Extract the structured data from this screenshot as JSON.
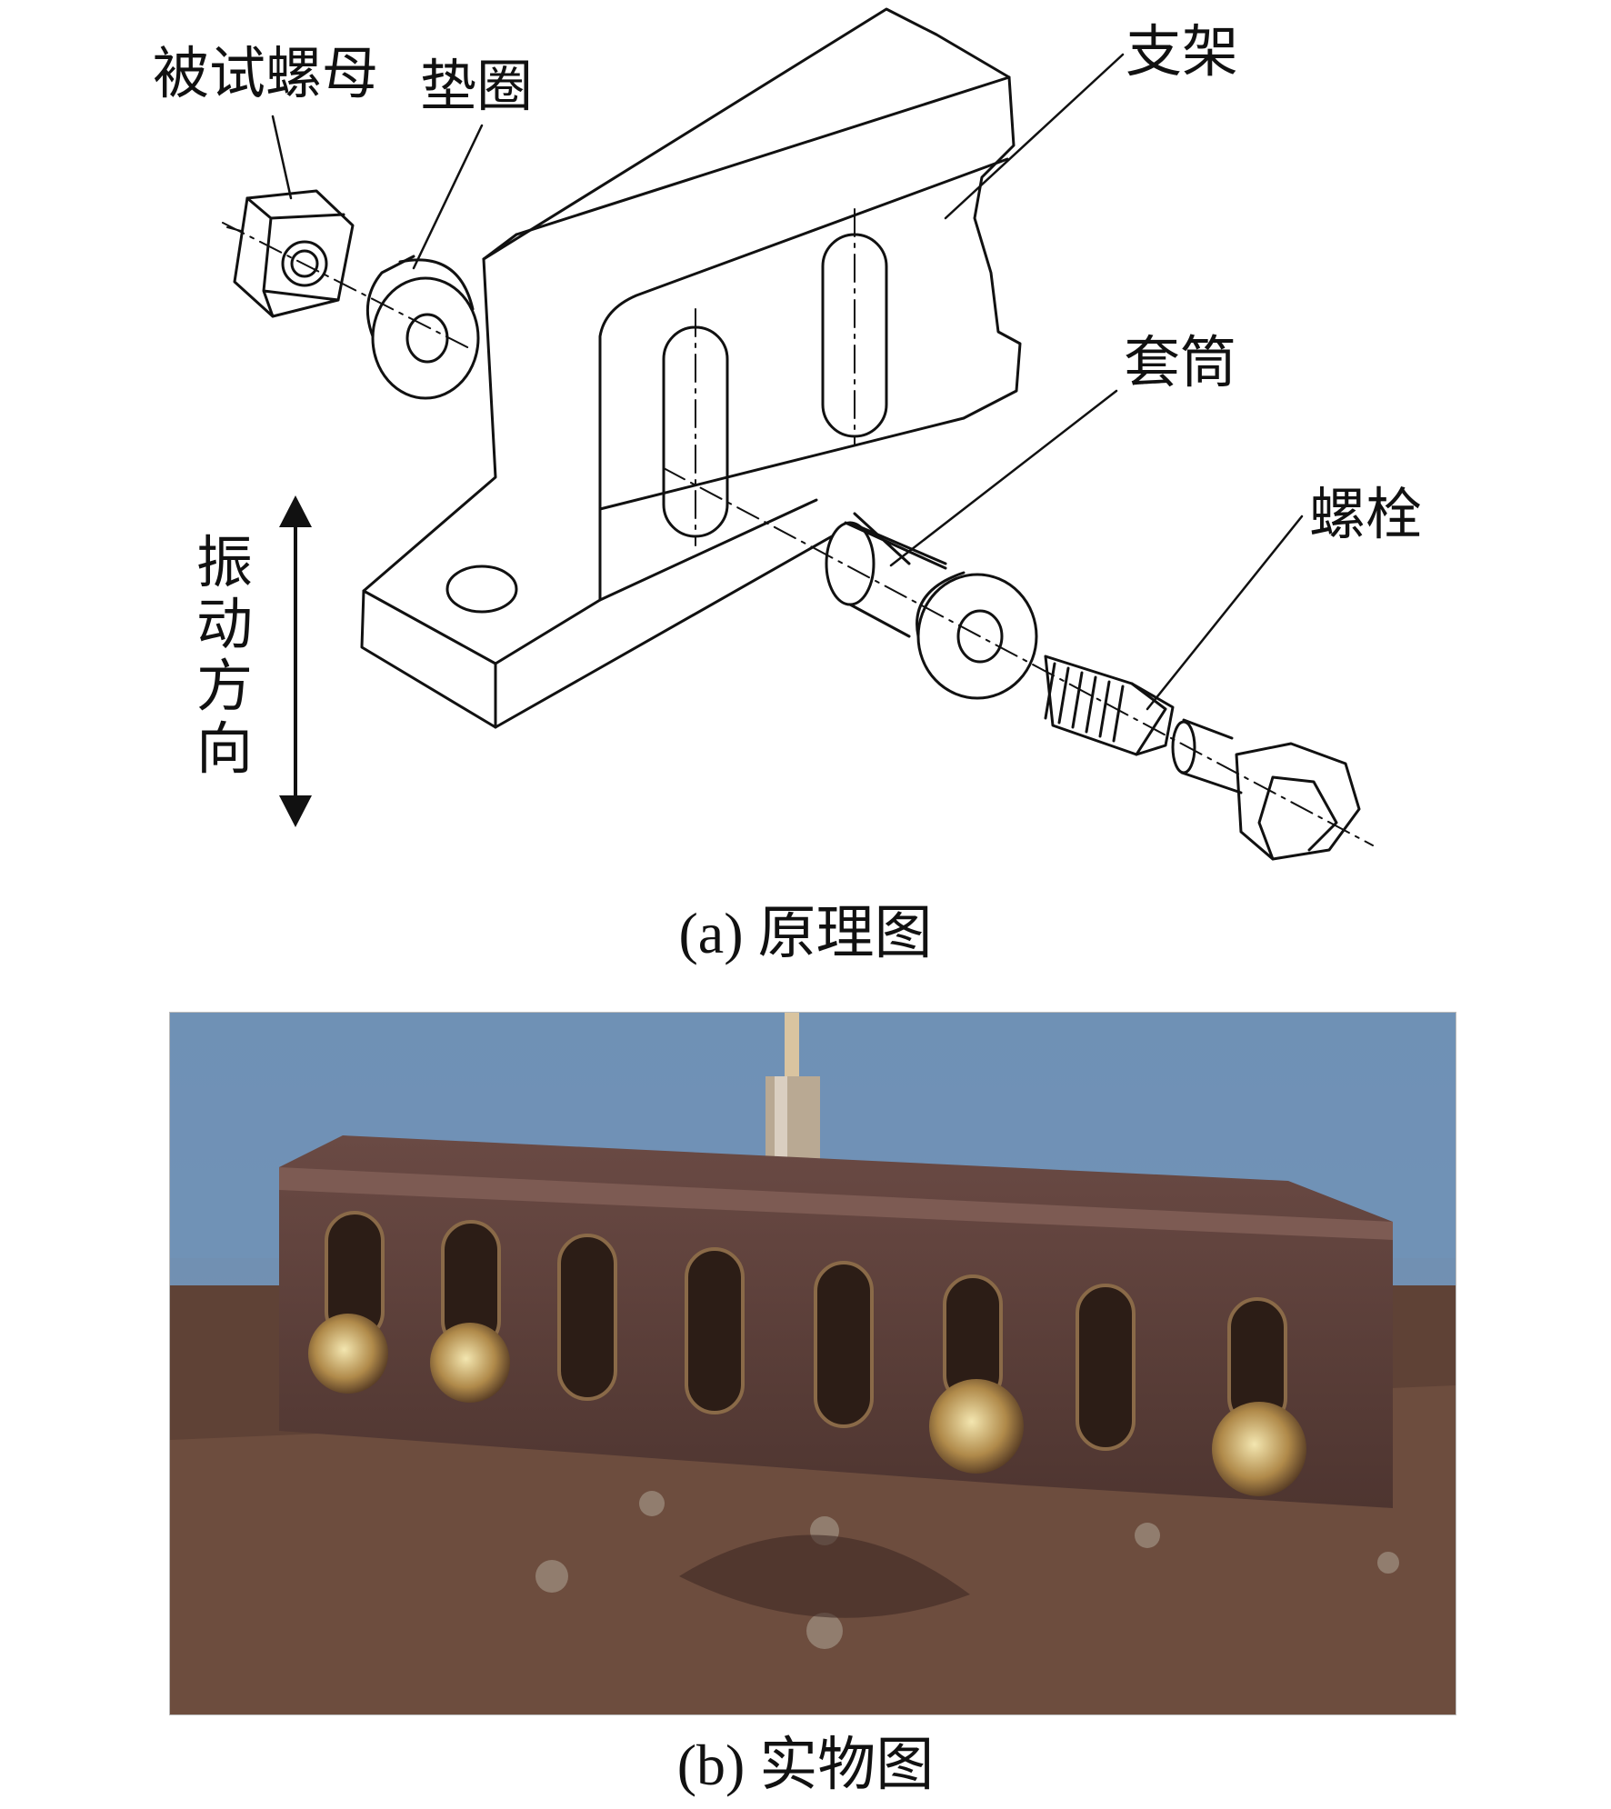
{
  "labels": {
    "nut": "被试螺母",
    "washer": "垫圈",
    "bracket": "支架",
    "sleeve": "套筒",
    "bolt": "螺栓",
    "vibration_direction": [
      "振",
      "动",
      "方",
      "向"
    ]
  },
  "captions": {
    "a": "(a) 原理图",
    "b": "(b) 实物图"
  },
  "colors": {
    "line": "#111111",
    "photo_background": "#6f8fb0",
    "photo_metal": "#5a3b33",
    "photo_table": "#6b4a3c"
  }
}
